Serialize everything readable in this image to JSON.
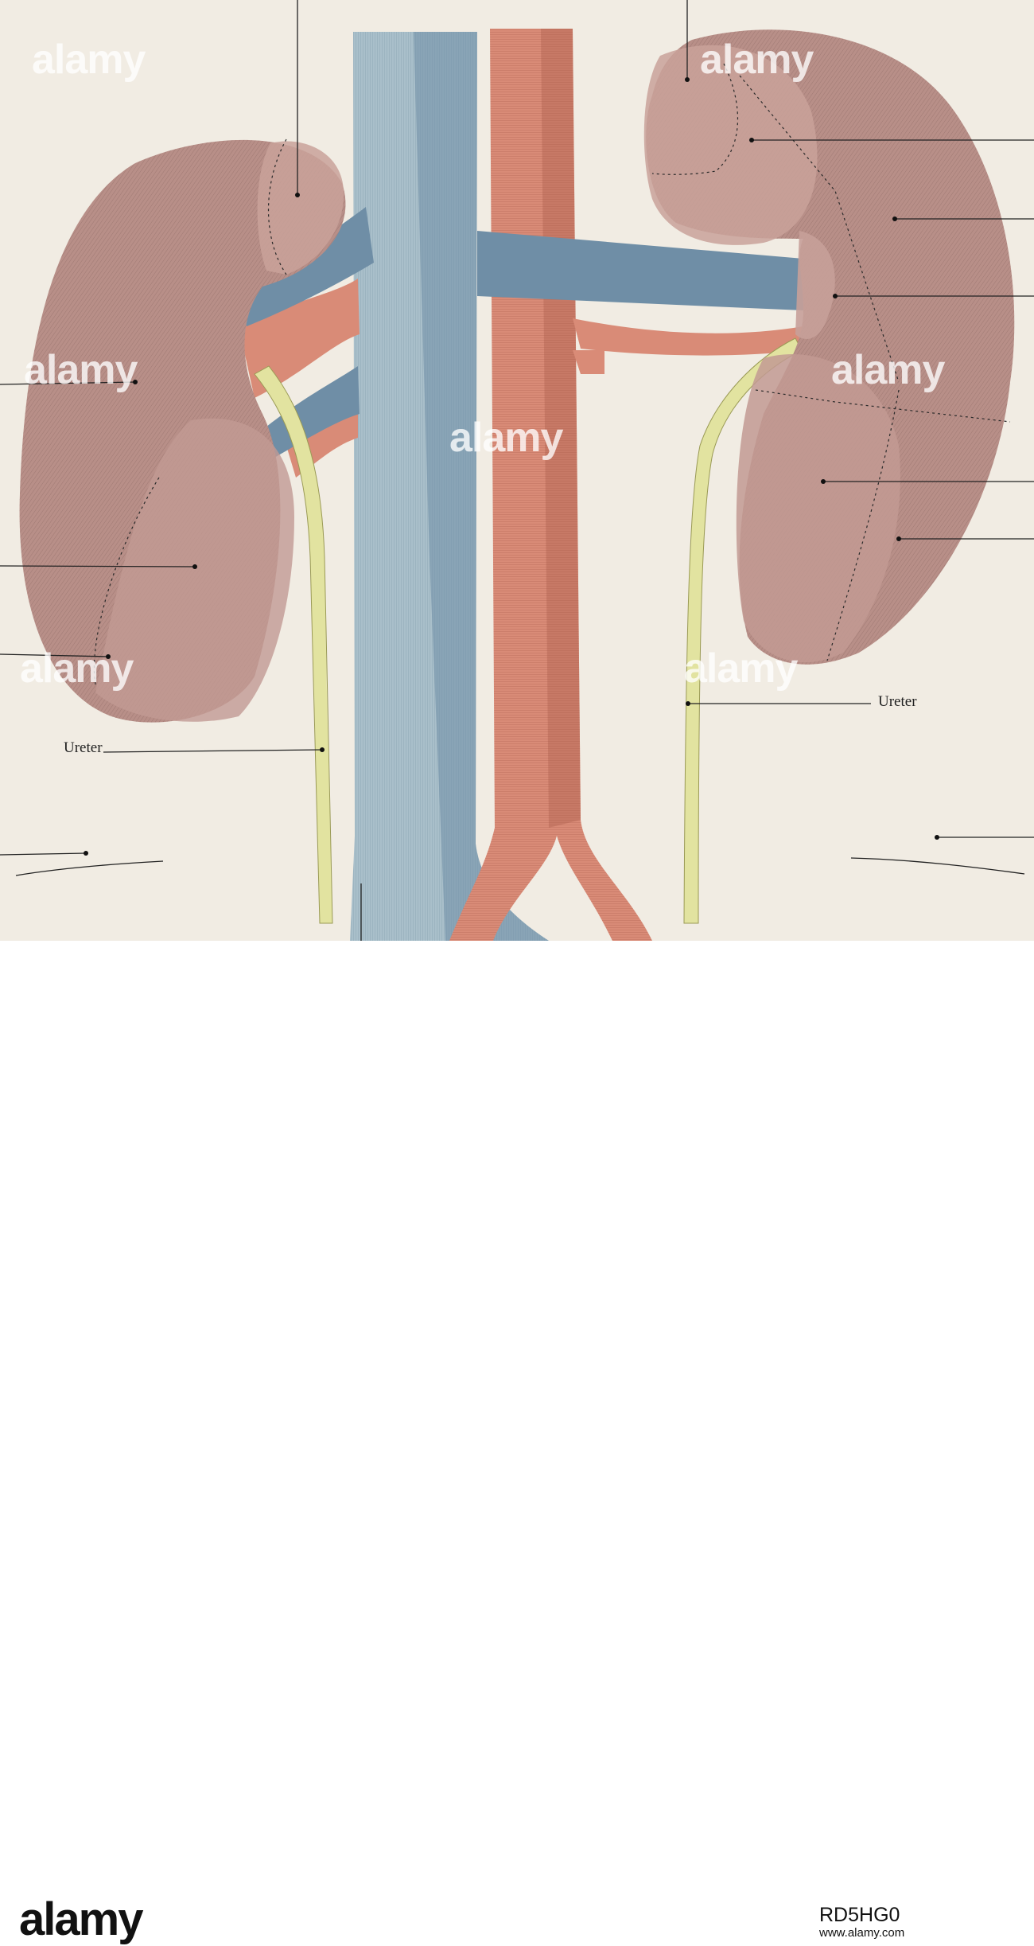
{
  "figure": {
    "labels": {
      "ureter_right": "Ureter",
      "ureter_left": "Ureter"
    }
  },
  "footer": {
    "logo": "alamy",
    "image_id": "RD5HG0",
    "credit": "www.alamy.com"
  },
  "watermark": "alamy",
  "colors": {
    "paper": "#f1ece3",
    "kidney": "#b88f88",
    "vena_cava": "#9fb6c2",
    "renal_vein": "#6f8ea6",
    "aorta": "#d88b78",
    "ureter": "#dfe09a"
  }
}
